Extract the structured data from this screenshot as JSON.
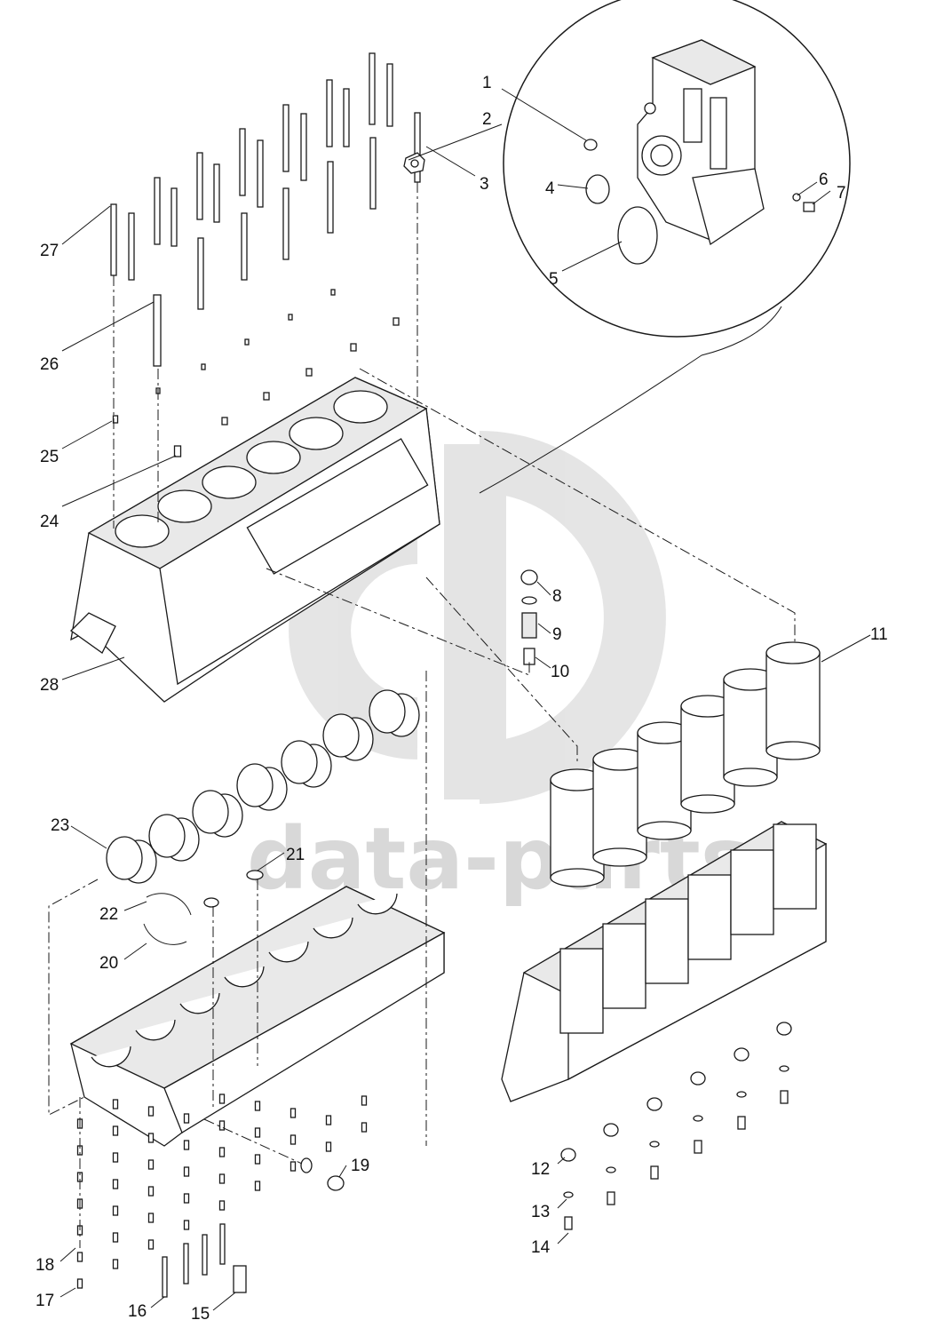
{
  "watermark": {
    "text": "data-parts",
    "color": "#cfcfcf"
  },
  "callouts": [
    {
      "id": "1",
      "label": "1"
    },
    {
      "id": "2",
      "label": "2"
    },
    {
      "id": "3",
      "label": "3"
    },
    {
      "id": "4",
      "label": "4"
    },
    {
      "id": "5",
      "label": "5"
    },
    {
      "id": "6",
      "label": "6"
    },
    {
      "id": "7",
      "label": "7"
    },
    {
      "id": "8",
      "label": "8"
    },
    {
      "id": "9",
      "label": "9"
    },
    {
      "id": "10",
      "label": "10"
    },
    {
      "id": "11",
      "label": "11"
    },
    {
      "id": "12",
      "label": "12"
    },
    {
      "id": "13",
      "label": "13"
    },
    {
      "id": "14",
      "label": "14"
    },
    {
      "id": "15",
      "label": "15"
    },
    {
      "id": "16",
      "label": "16"
    },
    {
      "id": "17",
      "label": "17"
    },
    {
      "id": "18",
      "label": "18"
    },
    {
      "id": "19",
      "label": "19"
    },
    {
      "id": "20",
      "label": "20"
    },
    {
      "id": "21",
      "label": "21"
    },
    {
      "id": "22",
      "label": "22"
    },
    {
      "id": "23",
      "label": "23"
    },
    {
      "id": "24",
      "label": "24"
    },
    {
      "id": "25",
      "label": "25"
    },
    {
      "id": "26",
      "label": "26"
    },
    {
      "id": "27",
      "label": "27"
    },
    {
      "id": "28",
      "label": "28"
    }
  ]
}
